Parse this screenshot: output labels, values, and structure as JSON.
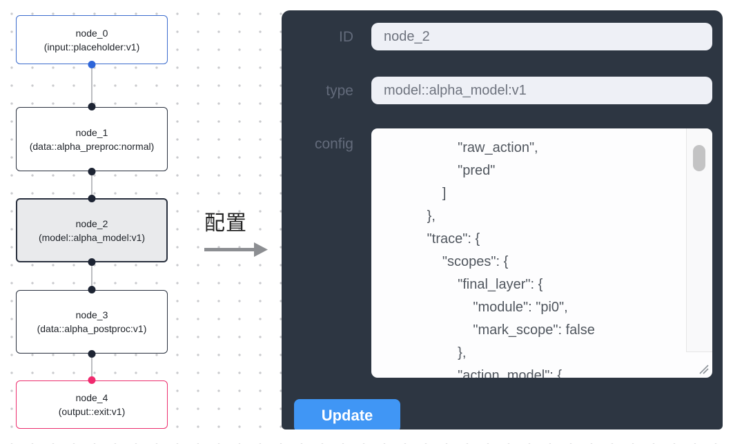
{
  "canvas": {
    "background": "#ffffff",
    "dot_color": "#c9cacd"
  },
  "flow": {
    "connector_color": "#bcbdc1",
    "nodes": [
      {
        "name": "node_0",
        "type": "(input::placeholder:v1)",
        "border_color": "#3a6bcd",
        "background": "#ffffff",
        "ports": {
          "bottom": "#2d65d9"
        }
      },
      {
        "name": "node_1",
        "type": "(data::alpha_preproc:normal)",
        "border_color": "#272e3c",
        "background": "#ffffff",
        "ports": {
          "top": "#1d2433",
          "bottom": "#1d2433"
        }
      },
      {
        "name": "node_2",
        "type": "(model::alpha_model:v1)",
        "border_color": "#272e3c",
        "background": "#e9eaec",
        "selected": true,
        "ports": {
          "top": "#1d2433",
          "bottom": "#1d2433"
        }
      },
      {
        "name": "node_3",
        "type": "(data::alpha_postproc:v1)",
        "border_color": "#272e3c",
        "background": "#ffffff",
        "ports": {
          "top": "#1d2433",
          "bottom": "#1d2433"
        }
      },
      {
        "name": "node_4",
        "type": "(output::exit:v1)",
        "border_color": "#ec2d6d",
        "background": "#ffffff",
        "ports": {
          "top": "#f02a6e"
        }
      }
    ]
  },
  "annotation": {
    "label": "配置",
    "arrow_color": "#8c8e92",
    "label_color": "#232323"
  },
  "panel": {
    "background": "#2d3642",
    "label_color": "#636b7b",
    "fields": [
      {
        "label": "ID",
        "value": "node_2"
      },
      {
        "label": "type",
        "value": "model::alpha_model:v1"
      }
    ],
    "config": {
      "label": "config",
      "value": "                    \"raw_action\",\n                    \"pred\"\n                ]\n            },\n            \"trace\": {\n                \"scopes\": {\n                    \"final_layer\": {\n                        \"module\": \"pi0\",\n                        \"mark_scope\": false\n                    },\n                    \"action_model\": {"
    },
    "update_button": {
      "label": "Update",
      "background": "#4096f5",
      "text_color": "#ffffff"
    }
  }
}
